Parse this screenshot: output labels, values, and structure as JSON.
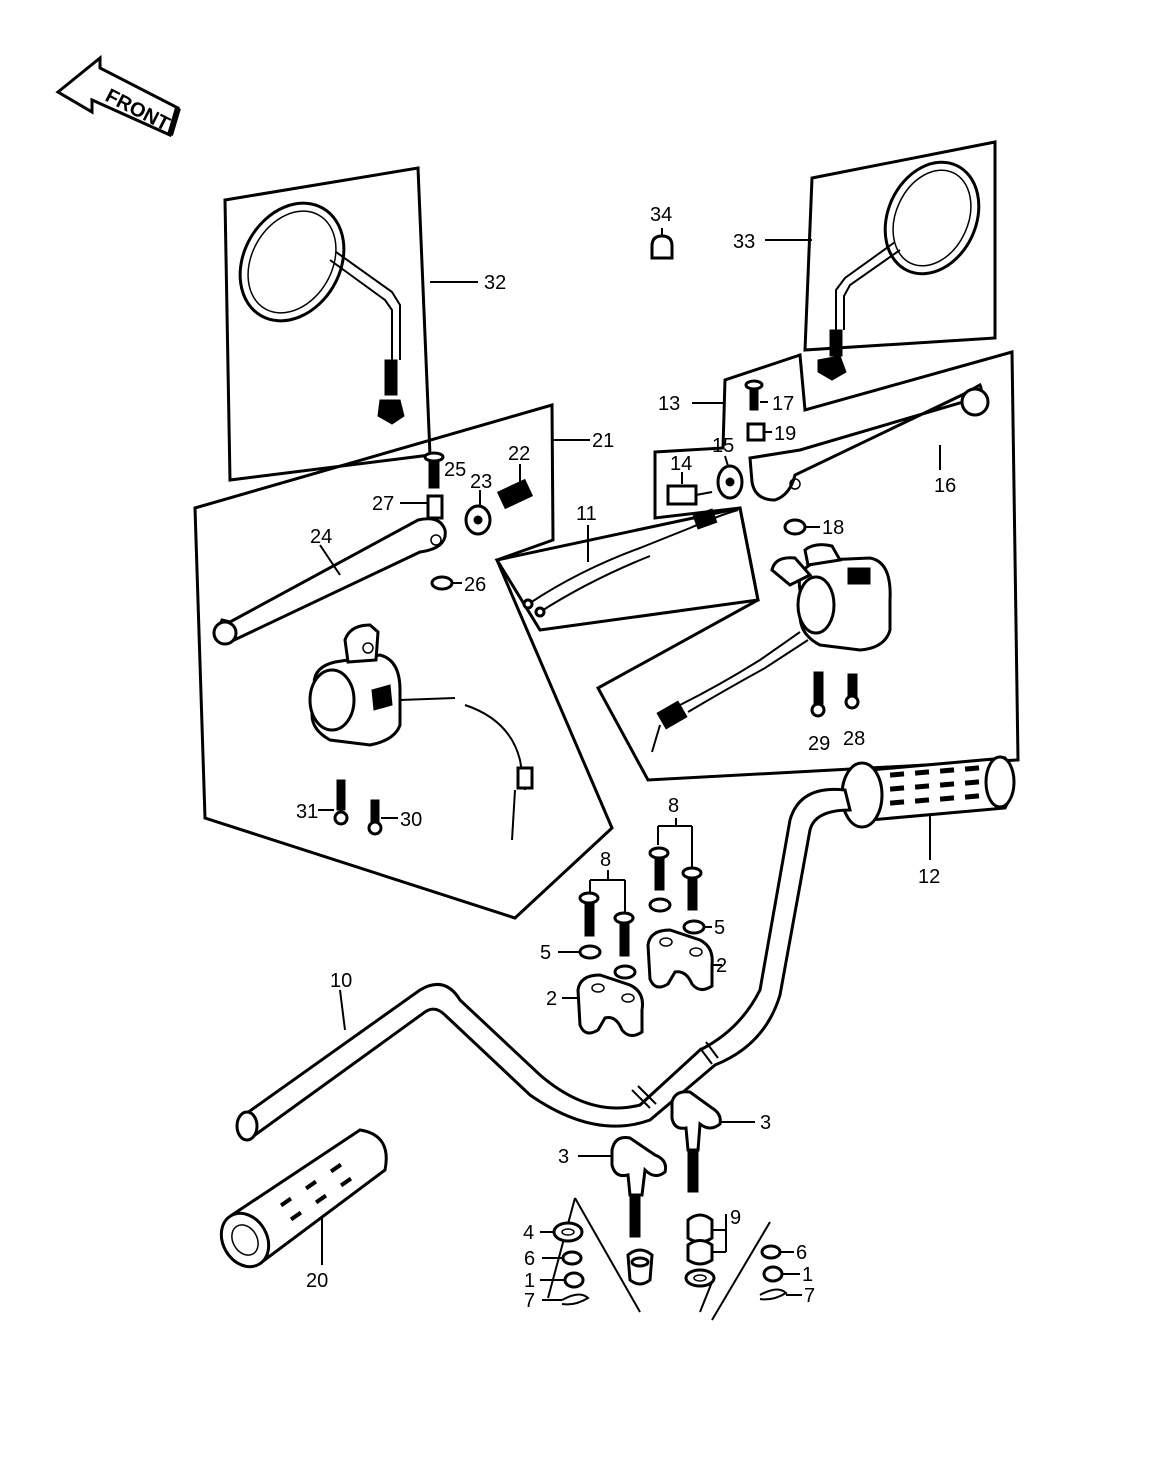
{
  "front_label": "FRONT",
  "parts": {
    "p1a": "1",
    "p1b": "1",
    "p2a": "2",
    "p2b": "2",
    "p3a": "3",
    "p3b": "3",
    "p4": "4",
    "p5a": "5",
    "p5b": "5",
    "p6a": "6",
    "p6b": "6",
    "p7a": "7",
    "p7b": "7",
    "p8a": "8",
    "p8b": "8",
    "p9": "9",
    "p10": "10",
    "p11": "11",
    "p12": "12",
    "p13": "13",
    "p14": "14",
    "p15": "15",
    "p16": "16",
    "p17": "17",
    "p18": "18",
    "p19": "19",
    "p20": "20",
    "p21": "21",
    "p22": "22",
    "p23": "23",
    "p24": "24",
    "p25": "25",
    "p26": "26",
    "p27": "27",
    "p28": "28",
    "p29": "29",
    "p30": "30",
    "p31": "31",
    "p32": "32",
    "p33": "33",
    "p34": "34"
  }
}
